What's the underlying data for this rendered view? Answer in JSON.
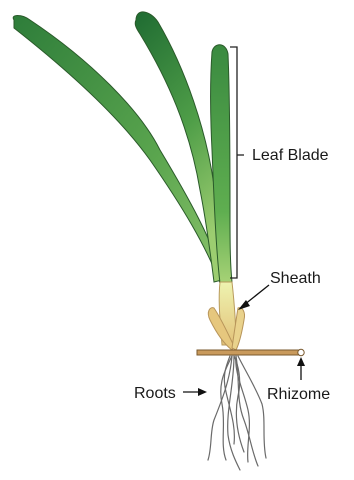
{
  "labels": {
    "leaf_blade": "Leaf Blade",
    "sheath": "Sheath",
    "rhizome": "Rhizome",
    "roots": "Roots"
  },
  "colors": {
    "leaf_dark": "#2f7f3a",
    "leaf_mid": "#5ea84e",
    "leaf_light": "#8cc46c",
    "leaf_outline": "#2a5a2a",
    "sheath_light": "#e7efa2",
    "sheath_tan": "#e6c77e",
    "rhizome": "#c99a5c",
    "rhizome_outline": "#7a5a2e",
    "roots": "#6a6a6a",
    "bracket": "#222222",
    "arrow": "#111111"
  }
}
